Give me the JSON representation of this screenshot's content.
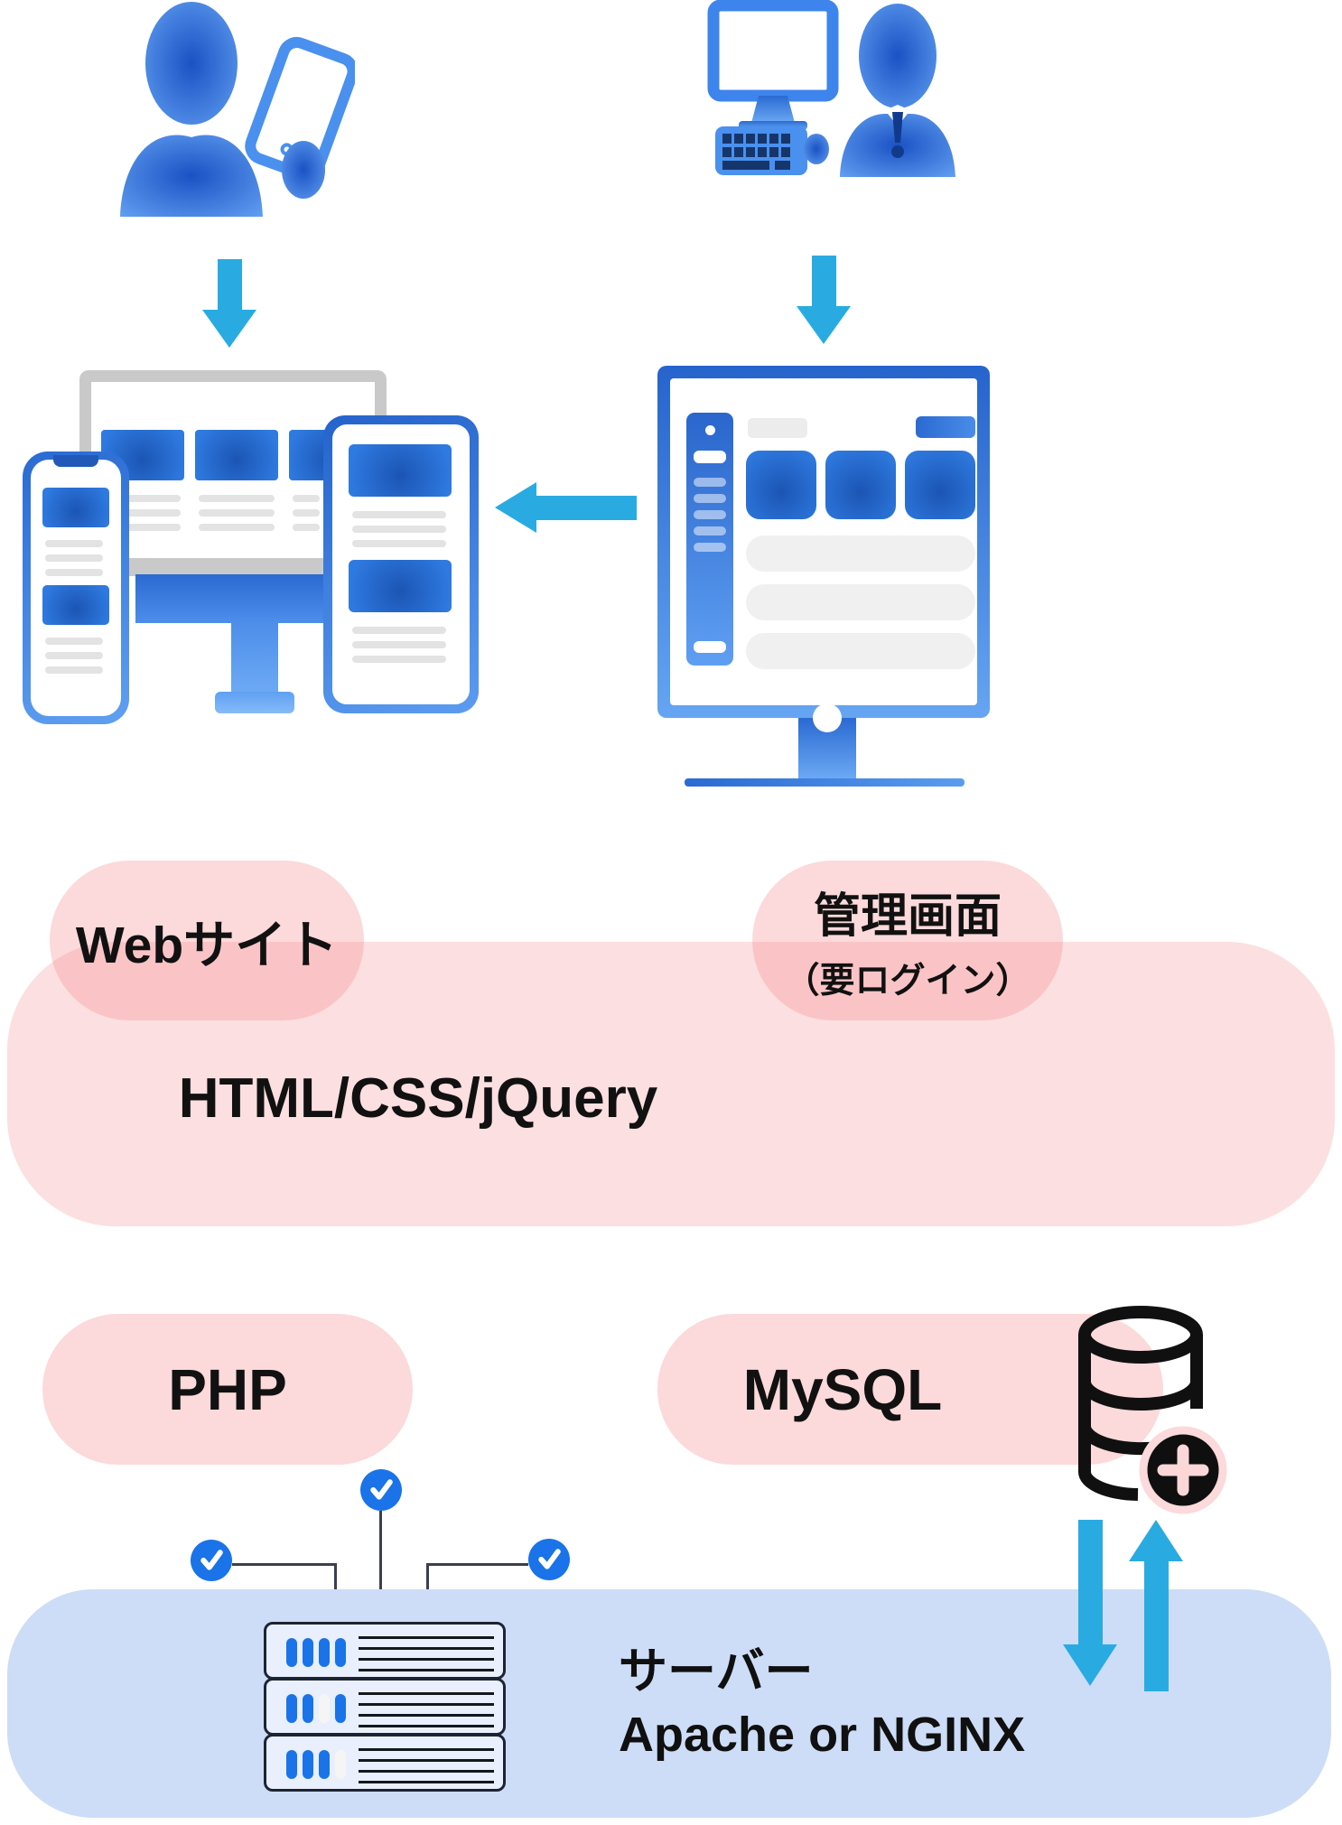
{
  "diagram_title": "Web system architecture diagram",
  "labels": {
    "website": "Webサイト",
    "admin_panel": "管理画面",
    "admin_panel_note": "（要ログイン）",
    "frontend_stack": "HTML/CSS/jQuery",
    "php": "PHP",
    "mysql": "MySQL",
    "server_name": "サーバー",
    "server_software": "Apache or NGINX"
  },
  "icons": [
    "user-with-smartphone-icon",
    "admin-with-computer-icon",
    "responsive-website-devices-icon",
    "admin-dashboard-monitor-icon",
    "database-add-icon",
    "server-rack-icon",
    "check-circle-icon"
  ],
  "colors": {
    "icon_blue": "#3c86ec",
    "arrow_cyan": "#29abe2",
    "pink_box": "#fcdfe0",
    "pink_pill_overlay": "rgba(247,146,149,0.35)",
    "pink_pill_solid": "#fcd9da",
    "server_panel_blue": "#cdddf7",
    "check_blue": "#1a73e8",
    "connector_dark": "#3a3f52",
    "text_black": "#111111"
  },
  "flow": [
    "user-with-smartphone -> website-devices",
    "admin-with-computer -> admin-dashboard",
    "admin-dashboard -> website-devices",
    "mysql <-> server",
    "php -> server (checks)"
  ]
}
